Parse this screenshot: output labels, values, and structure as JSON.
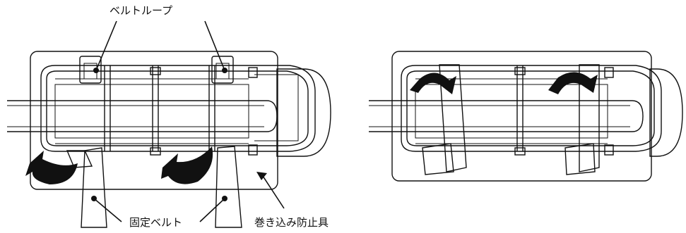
{
  "labels": {
    "belt_loop": "ベルトループ",
    "fixing_belt": "固定ベルト",
    "winding_guard": "巻き込み防止具"
  },
  "colors": {
    "line": "#111111",
    "fill": "#ffffff",
    "arrow": "#111111"
  }
}
